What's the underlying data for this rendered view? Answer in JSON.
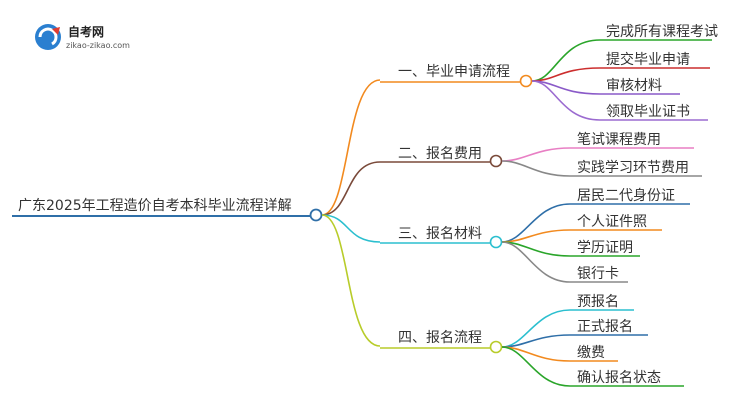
{
  "logo": {
    "name": "自考网",
    "url": "zikao-zikao.com"
  },
  "root": {
    "label": "广东2025年工程造价自考本科毕业流程详解",
    "color": "#2f6fa8"
  },
  "branches": [
    {
      "label": "一、毕业申请流程",
      "color": "#f28a1f",
      "children": [
        {
          "label": "完成所有课程考试",
          "color": "#2aa52a"
        },
        {
          "label": "提交毕业申请",
          "color": "#cc2e2e"
        },
        {
          "label": "审核材料",
          "color": "#8a5ac8"
        },
        {
          "label": "领取毕业证书",
          "color": "#9b6bd0"
        }
      ]
    },
    {
      "label": "二、报名费用",
      "color": "#7a4a3a",
      "children": [
        {
          "label": "笔试课程费用",
          "color": "#e87fc4"
        },
        {
          "label": "实践学习环节费用",
          "color": "#888888"
        }
      ]
    },
    {
      "label": "三、报名材料",
      "color": "#2bbfcf",
      "children": [
        {
          "label": "居民二代身份证",
          "color": "#2f6fa8"
        },
        {
          "label": "个人证件照",
          "color": "#f28a1f"
        },
        {
          "label": "学历证明",
          "color": "#2aa52a"
        },
        {
          "label": "银行卡",
          "color": "#888888"
        }
      ]
    },
    {
      "label": "四、报名流程",
      "color": "#b8cc2a",
      "children": [
        {
          "label": "预报名",
          "color": "#2bbfcf"
        },
        {
          "label": "正式报名",
          "color": "#2f6fa8"
        },
        {
          "label": "缴费",
          "color": "#f28a1f"
        },
        {
          "label": "确认报名状态",
          "color": "#2aa52a"
        }
      ]
    }
  ]
}
